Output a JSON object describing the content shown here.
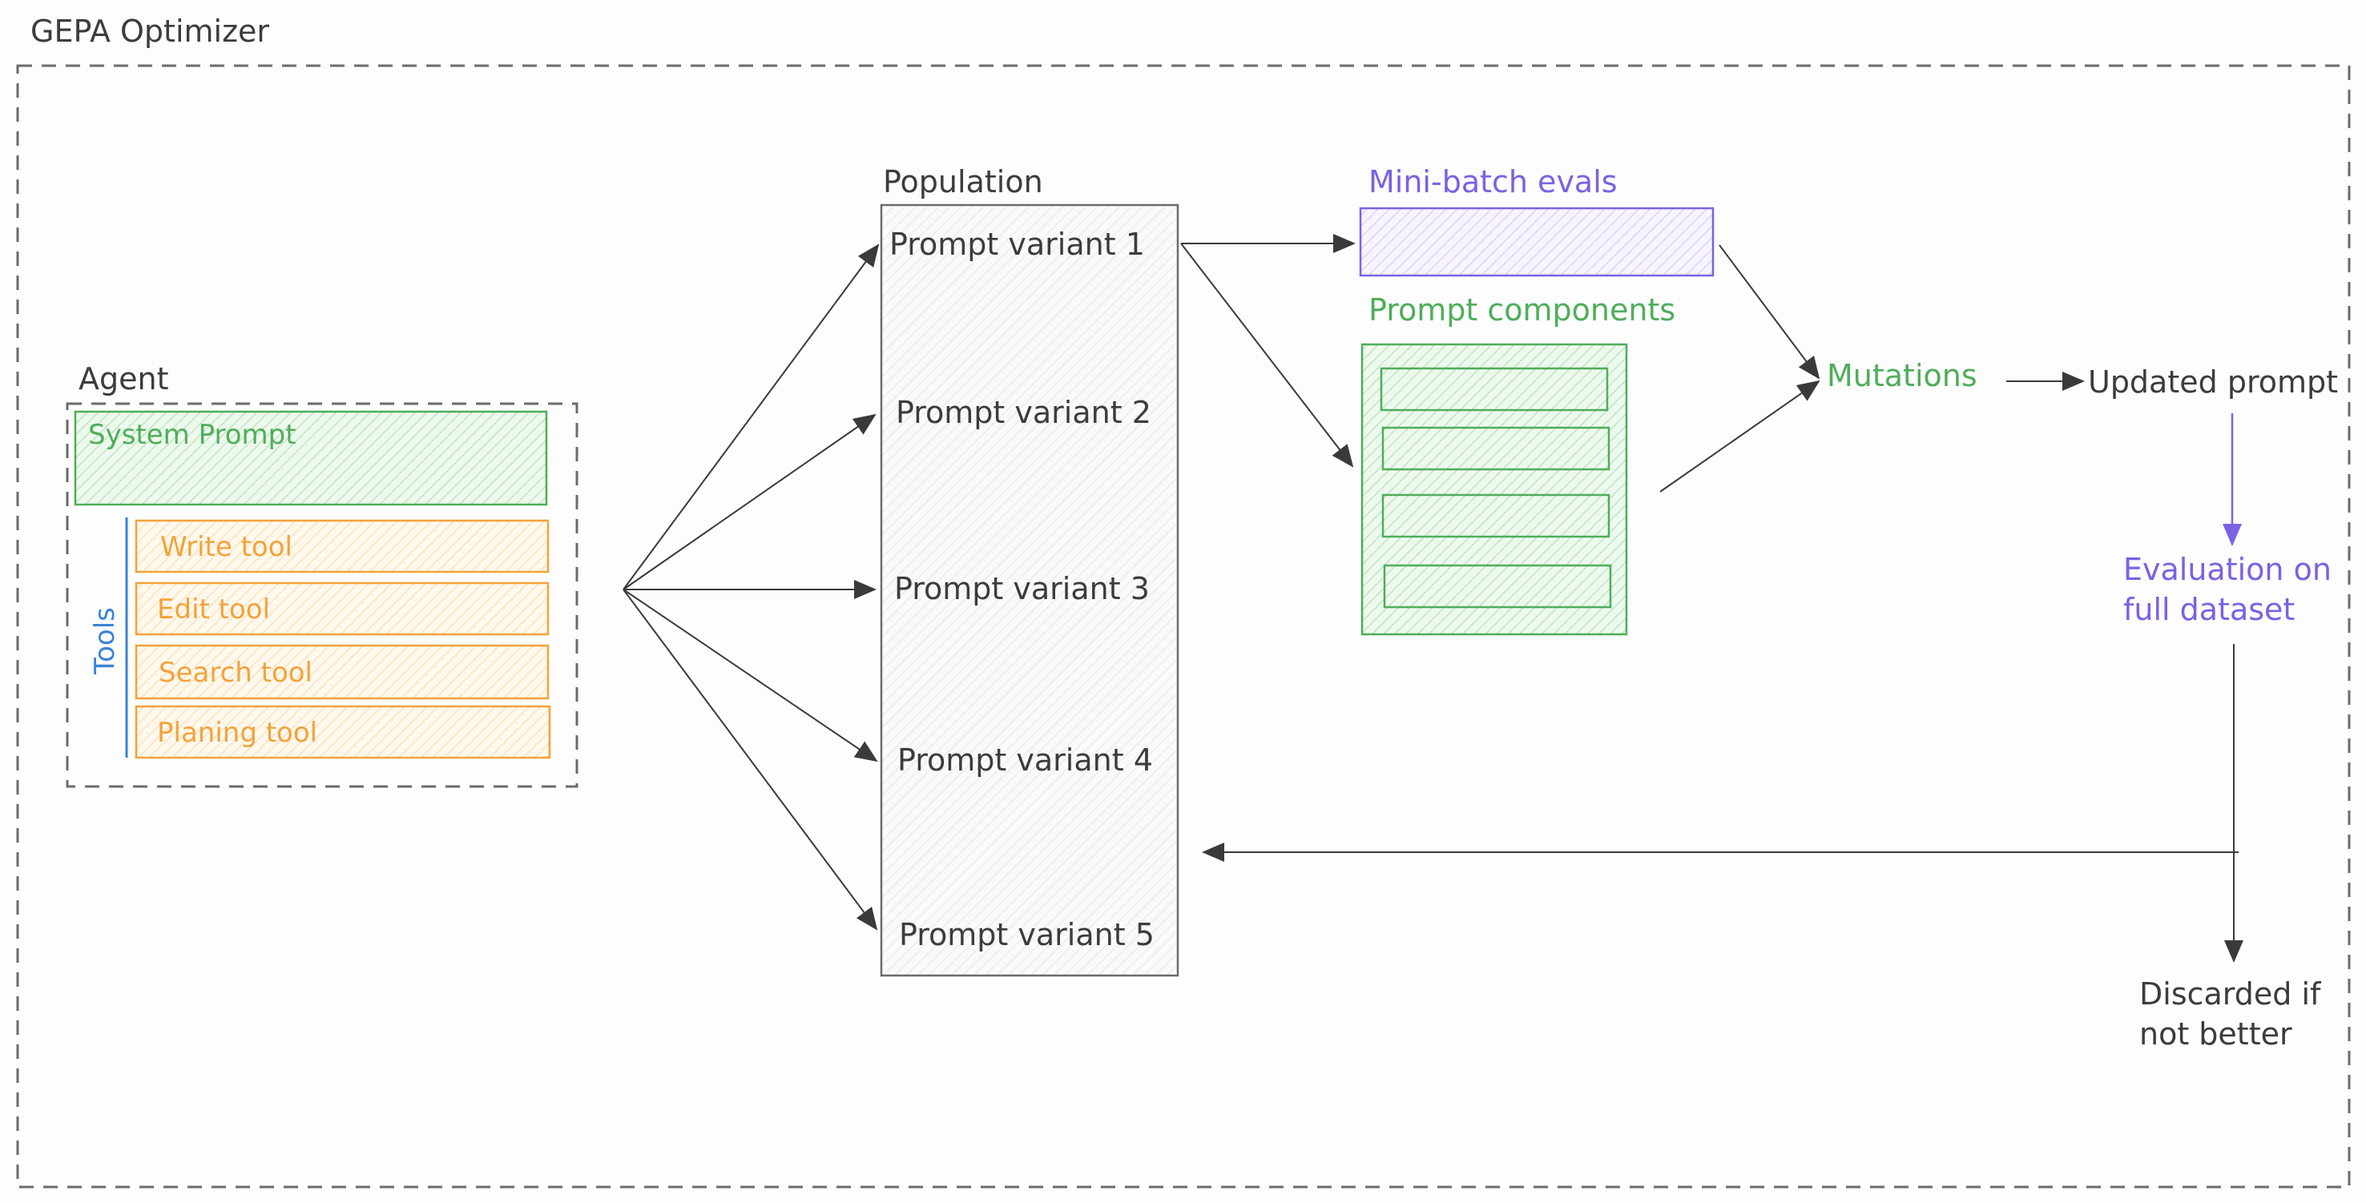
{
  "outer_title": "GEPA Optimizer",
  "agent": {
    "title": "Agent",
    "system_prompt": "System Prompt",
    "tools_label": "Tools",
    "tools": [
      "Write tool",
      "Edit tool",
      "Search tool",
      "Planing tool"
    ]
  },
  "population": {
    "title": "Population",
    "variants": [
      "Prompt variant 1",
      "Prompt variant 2",
      "Prompt variant 3",
      "Prompt variant 4",
      "Prompt variant 5"
    ]
  },
  "minibatch_label": "Mini-batch evals",
  "components_label": "Prompt components",
  "mutations_label": "Mutations",
  "updated_prompt_label": "Updated prompt",
  "evaluation": {
    "line1": "Evaluation on",
    "line2": "full dataset"
  },
  "discarded": {
    "line1": "Discarded if",
    "line2": "not better"
  },
  "colors": {
    "text": "#3c3c3c",
    "border_dash": "#6b6b6b",
    "green": "#4eae5a",
    "green_fill": "#d7f1d8",
    "orange": "#f2a33a",
    "orange_fill": "#fdf0dc",
    "purple": "#7b61e4",
    "purple_fill": "#ece6fd",
    "blue": "#3b82d6",
    "arrow": "#3a3a3a"
  }
}
